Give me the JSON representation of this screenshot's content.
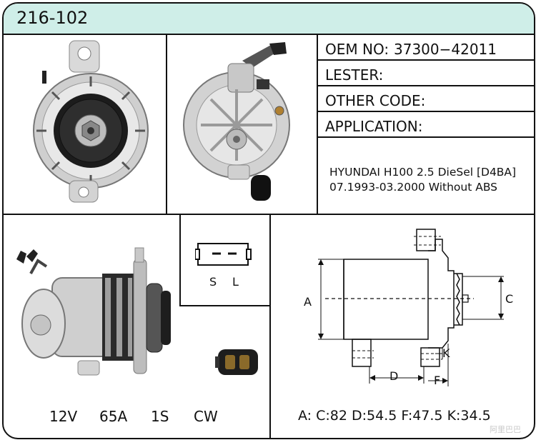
{
  "part_number": "216-102",
  "info": {
    "oem_label": "OEM NO:",
    "oem_value": "37300−42011",
    "lester_label": "LESTER:",
    "other_code_label": "OTHER CODE:",
    "application_label": "APPLICATION:"
  },
  "application_lines": [
    "HYUNDAI H100 2.5 DieSel [D4BA]",
    "07.1993-03.2000 Without ABS"
  ],
  "specs": [
    "12V",
    "65A",
    "1S",
    "CW"
  ],
  "connector": {
    "left_label": "S",
    "right_label": "L"
  },
  "drawing_labels": {
    "a": "A",
    "c": "C",
    "d": "D",
    "f": "F",
    "k": "K"
  },
  "dimensions_text": "A: C:82 D:54.5 F:47.5 K:34.5",
  "watermark": "阿里巴巴",
  "colors": {
    "header_bg": "#cfeee8",
    "border": "#111111"
  }
}
